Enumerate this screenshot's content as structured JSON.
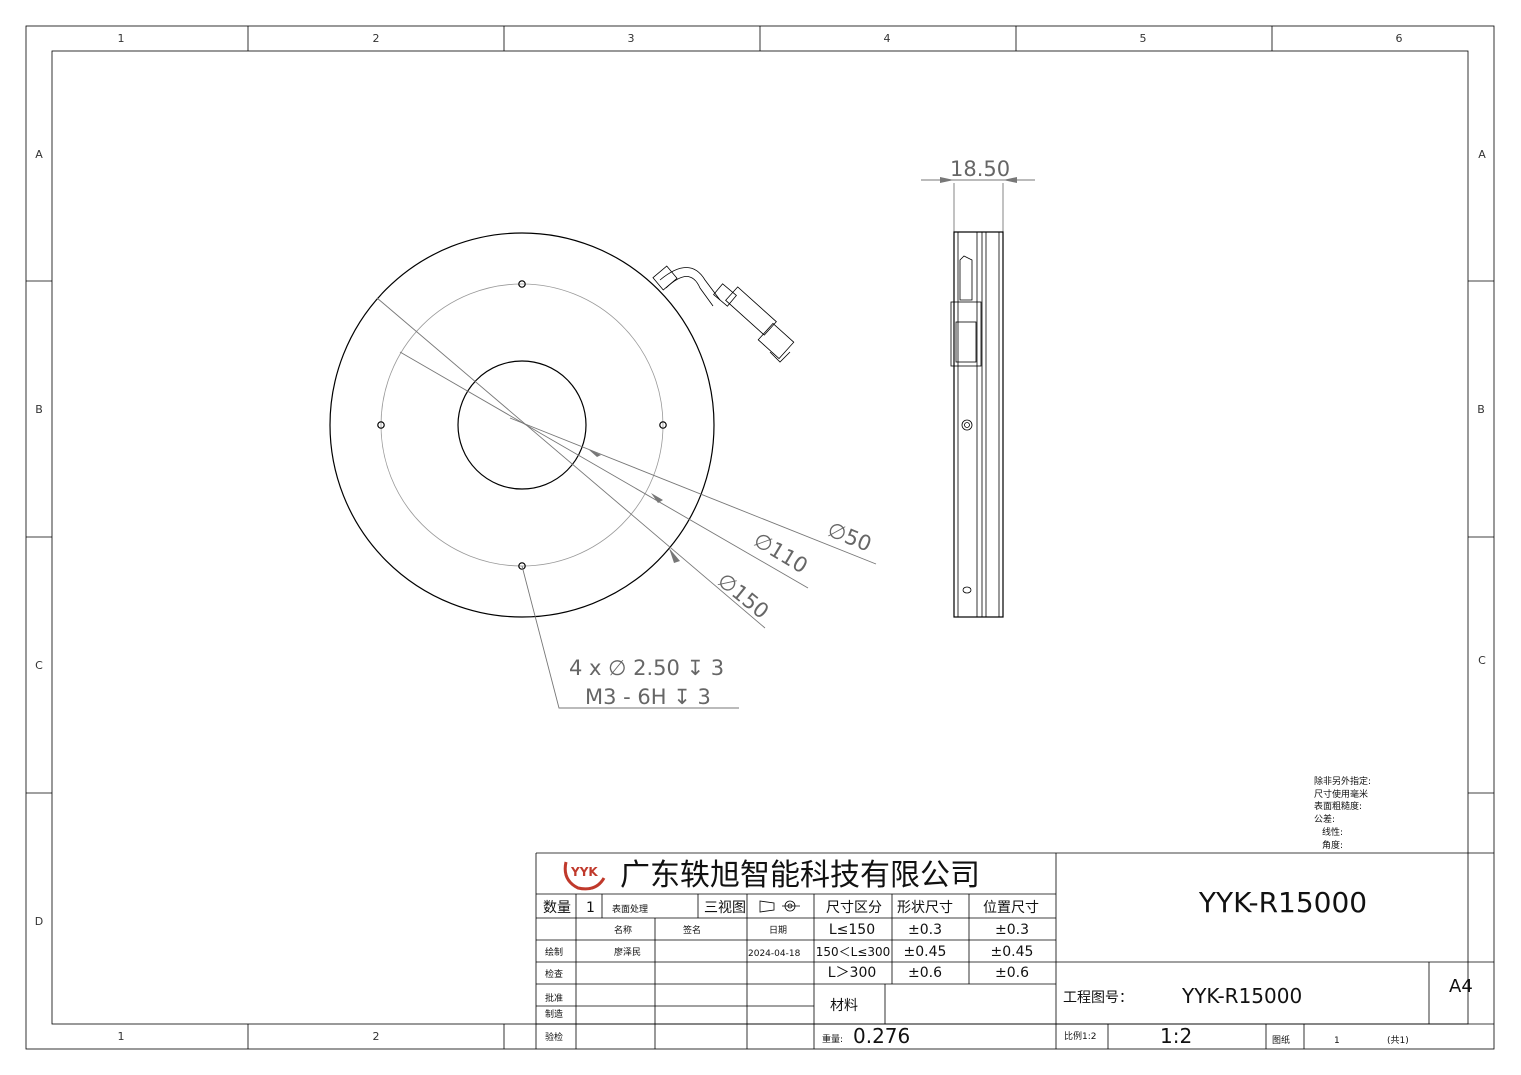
{
  "frame": {
    "columns": [
      "1",
      "2",
      "3",
      "4",
      "5",
      "6"
    ],
    "rows": [
      "A",
      "B",
      "C",
      "D"
    ]
  },
  "dimensions": {
    "thickness": "18.50",
    "dia_outer": "∅150",
    "dia_mid": "∅110",
    "dia_inner": "∅50",
    "hole_line1": "4 x ∅ 2.50 ↧ 3",
    "hole_line2": "M3 - 6H ↧ 3"
  },
  "notes": [
    "除非另外指定:",
    "尺寸使用毫米",
    "表面粗糙度:",
    "公差:",
    "线性:",
    "角度:"
  ],
  "title_block": {
    "logo_text": "YYK",
    "company": "广东轶旭智能科技有限公司",
    "qty_label": "数量",
    "qty_value": "1",
    "surface_label": "表面处理",
    "views_label": "三视图",
    "dim_zone_label": "尺寸区分",
    "shape_label": "形状尺寸",
    "position_label": "位置尺寸",
    "tolerances": [
      {
        "range": "L≤150",
        "shape": "±0.3",
        "position": "±0.3"
      },
      {
        "range": "150＜L≤300",
        "shape": "±0.45",
        "position": "±0.45"
      },
      {
        "range": "L＞300",
        "shape": "±0.6",
        "position": "±0.6"
      }
    ],
    "name_label": "名称",
    "sign_label": "签名",
    "date_label": "日期",
    "drawn_label": "绘制",
    "drawn_name": "廖泽民",
    "drawn_date": "2024-04-18",
    "check_label": "检查",
    "approve_label": "批准",
    "make_label": "制造",
    "inspect_label": "验检",
    "material_label": "材料",
    "weight_label": "重量:",
    "weight_value": "0.276",
    "part_number": "YYK-R15000",
    "drawing_no_label": "工程图号：",
    "drawing_no_value": "YYK-R15000",
    "paper_size": "A4",
    "scale_label": "比例1:2",
    "scale_value": "1:2",
    "sheet_label": "图纸",
    "sheet_no": "1",
    "sheet_total": "(共1)"
  }
}
